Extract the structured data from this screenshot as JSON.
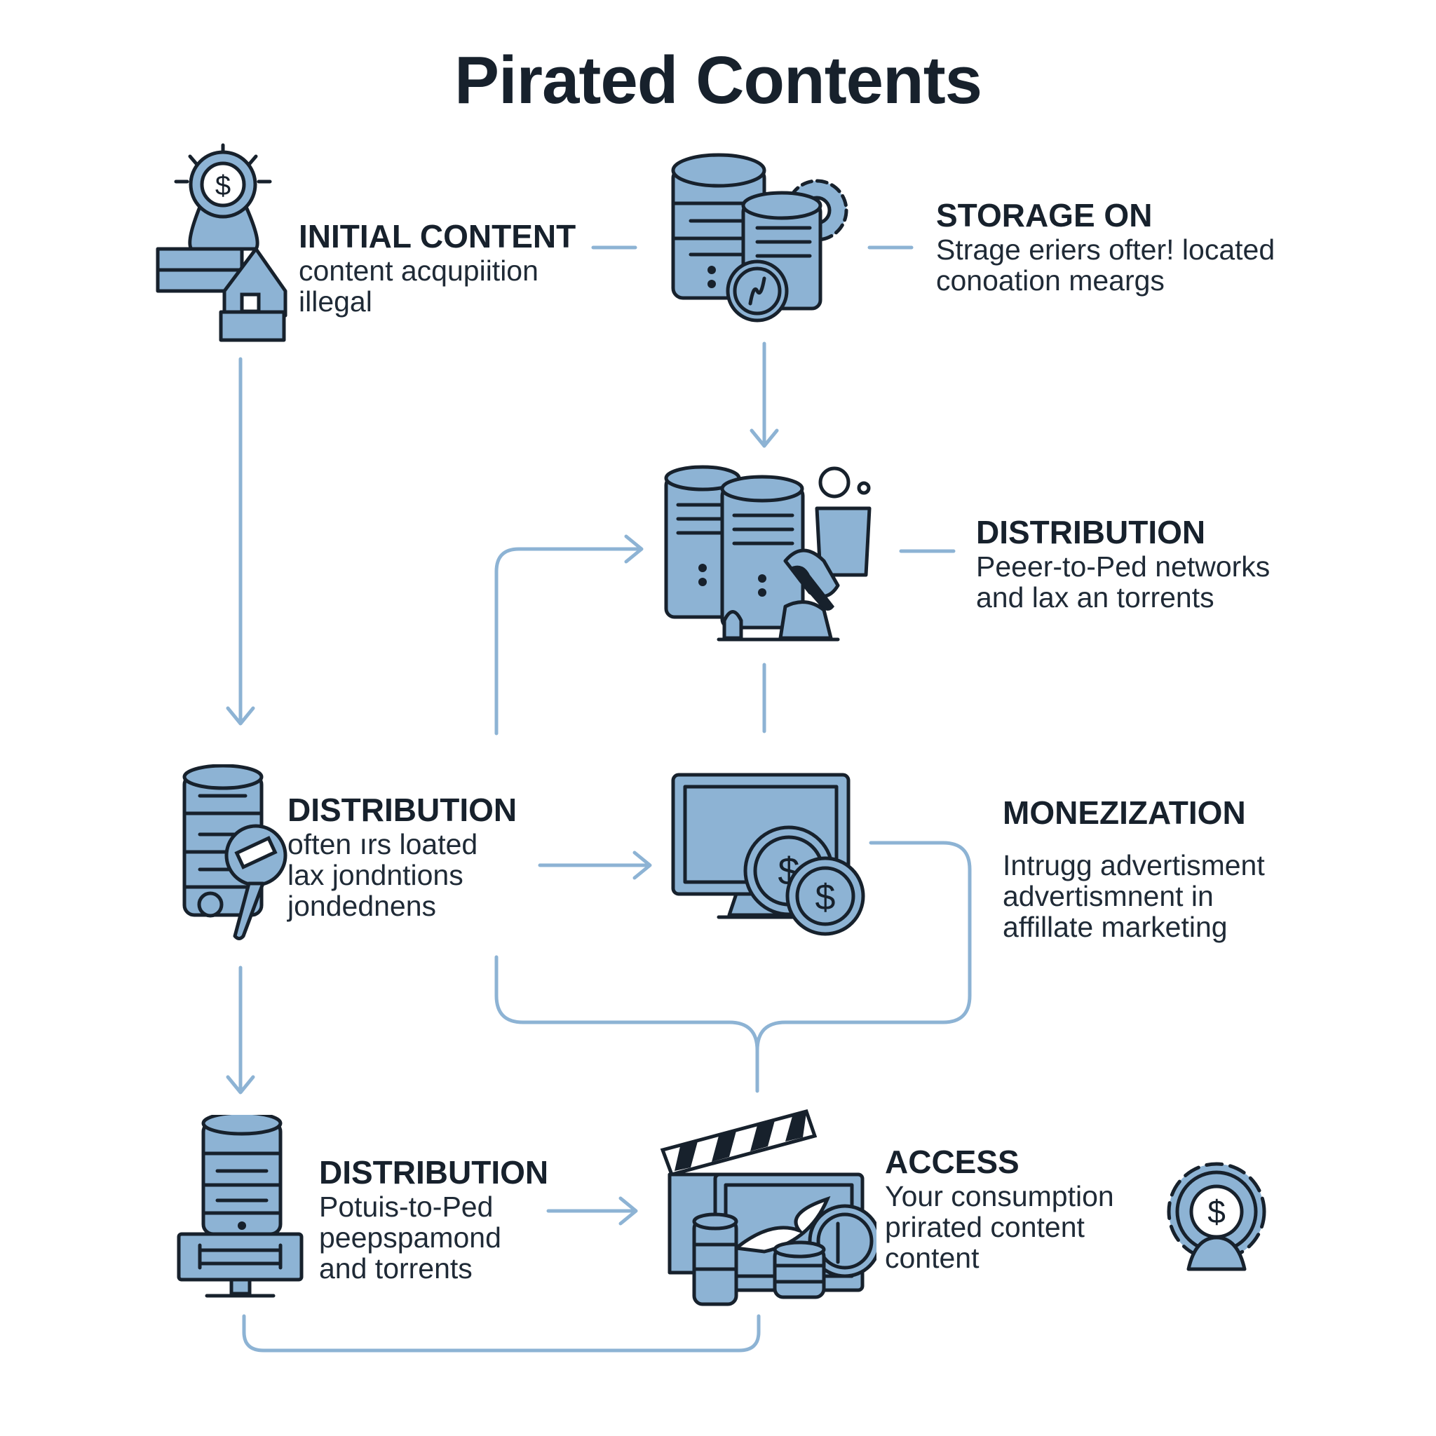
{
  "title": "Pirated Contents",
  "colors": {
    "accent": "#8db3d4",
    "ink": "#17212c",
    "background": "#ffffff"
  },
  "nodes": [
    {
      "id": "initial",
      "icon": "dollar-bulb-house-icon",
      "heading": "INITIAL CONTENT",
      "lines": [
        "content acqupiition",
        "illegal"
      ]
    },
    {
      "id": "storage",
      "icon": "database-gear-icon",
      "heading": "STORAGE ON",
      "lines": [
        "Strage eriers ofter! located",
        "conoation meargs"
      ]
    },
    {
      "id": "distribution-top",
      "icon": "server-network-icon",
      "heading": "DISTRIBUTION",
      "lines": [
        "Peeer-to-Ped networks",
        "and lax an torrents"
      ]
    },
    {
      "id": "distribution-mid",
      "icon": "database-key-icon",
      "heading": "DISTRIBUTION",
      "lines": [
        "often ırs loated",
        "lax jondntions",
        "jondednens"
      ]
    },
    {
      "id": "monetization",
      "icon": "monitor-coins-icon",
      "heading": "MONEZIZATION",
      "lines": [
        "Intrugg advertisment",
        "advertismnent in",
        "affillate marketing"
      ]
    },
    {
      "id": "distribution-bottom",
      "icon": "database-monitor-icon",
      "heading": "DISTRIBUTION",
      "lines": [
        "Potuis-to-Ped",
        "peepspamond",
        "and torrents"
      ]
    },
    {
      "id": "access",
      "icon": "clapperboard-media-icon",
      "heading": "ACCESS",
      "lines": [
        "Your consumption",
        "prirated content",
        "content"
      ]
    }
  ],
  "extra_icons": [
    "dollar-gear-icon"
  ]
}
